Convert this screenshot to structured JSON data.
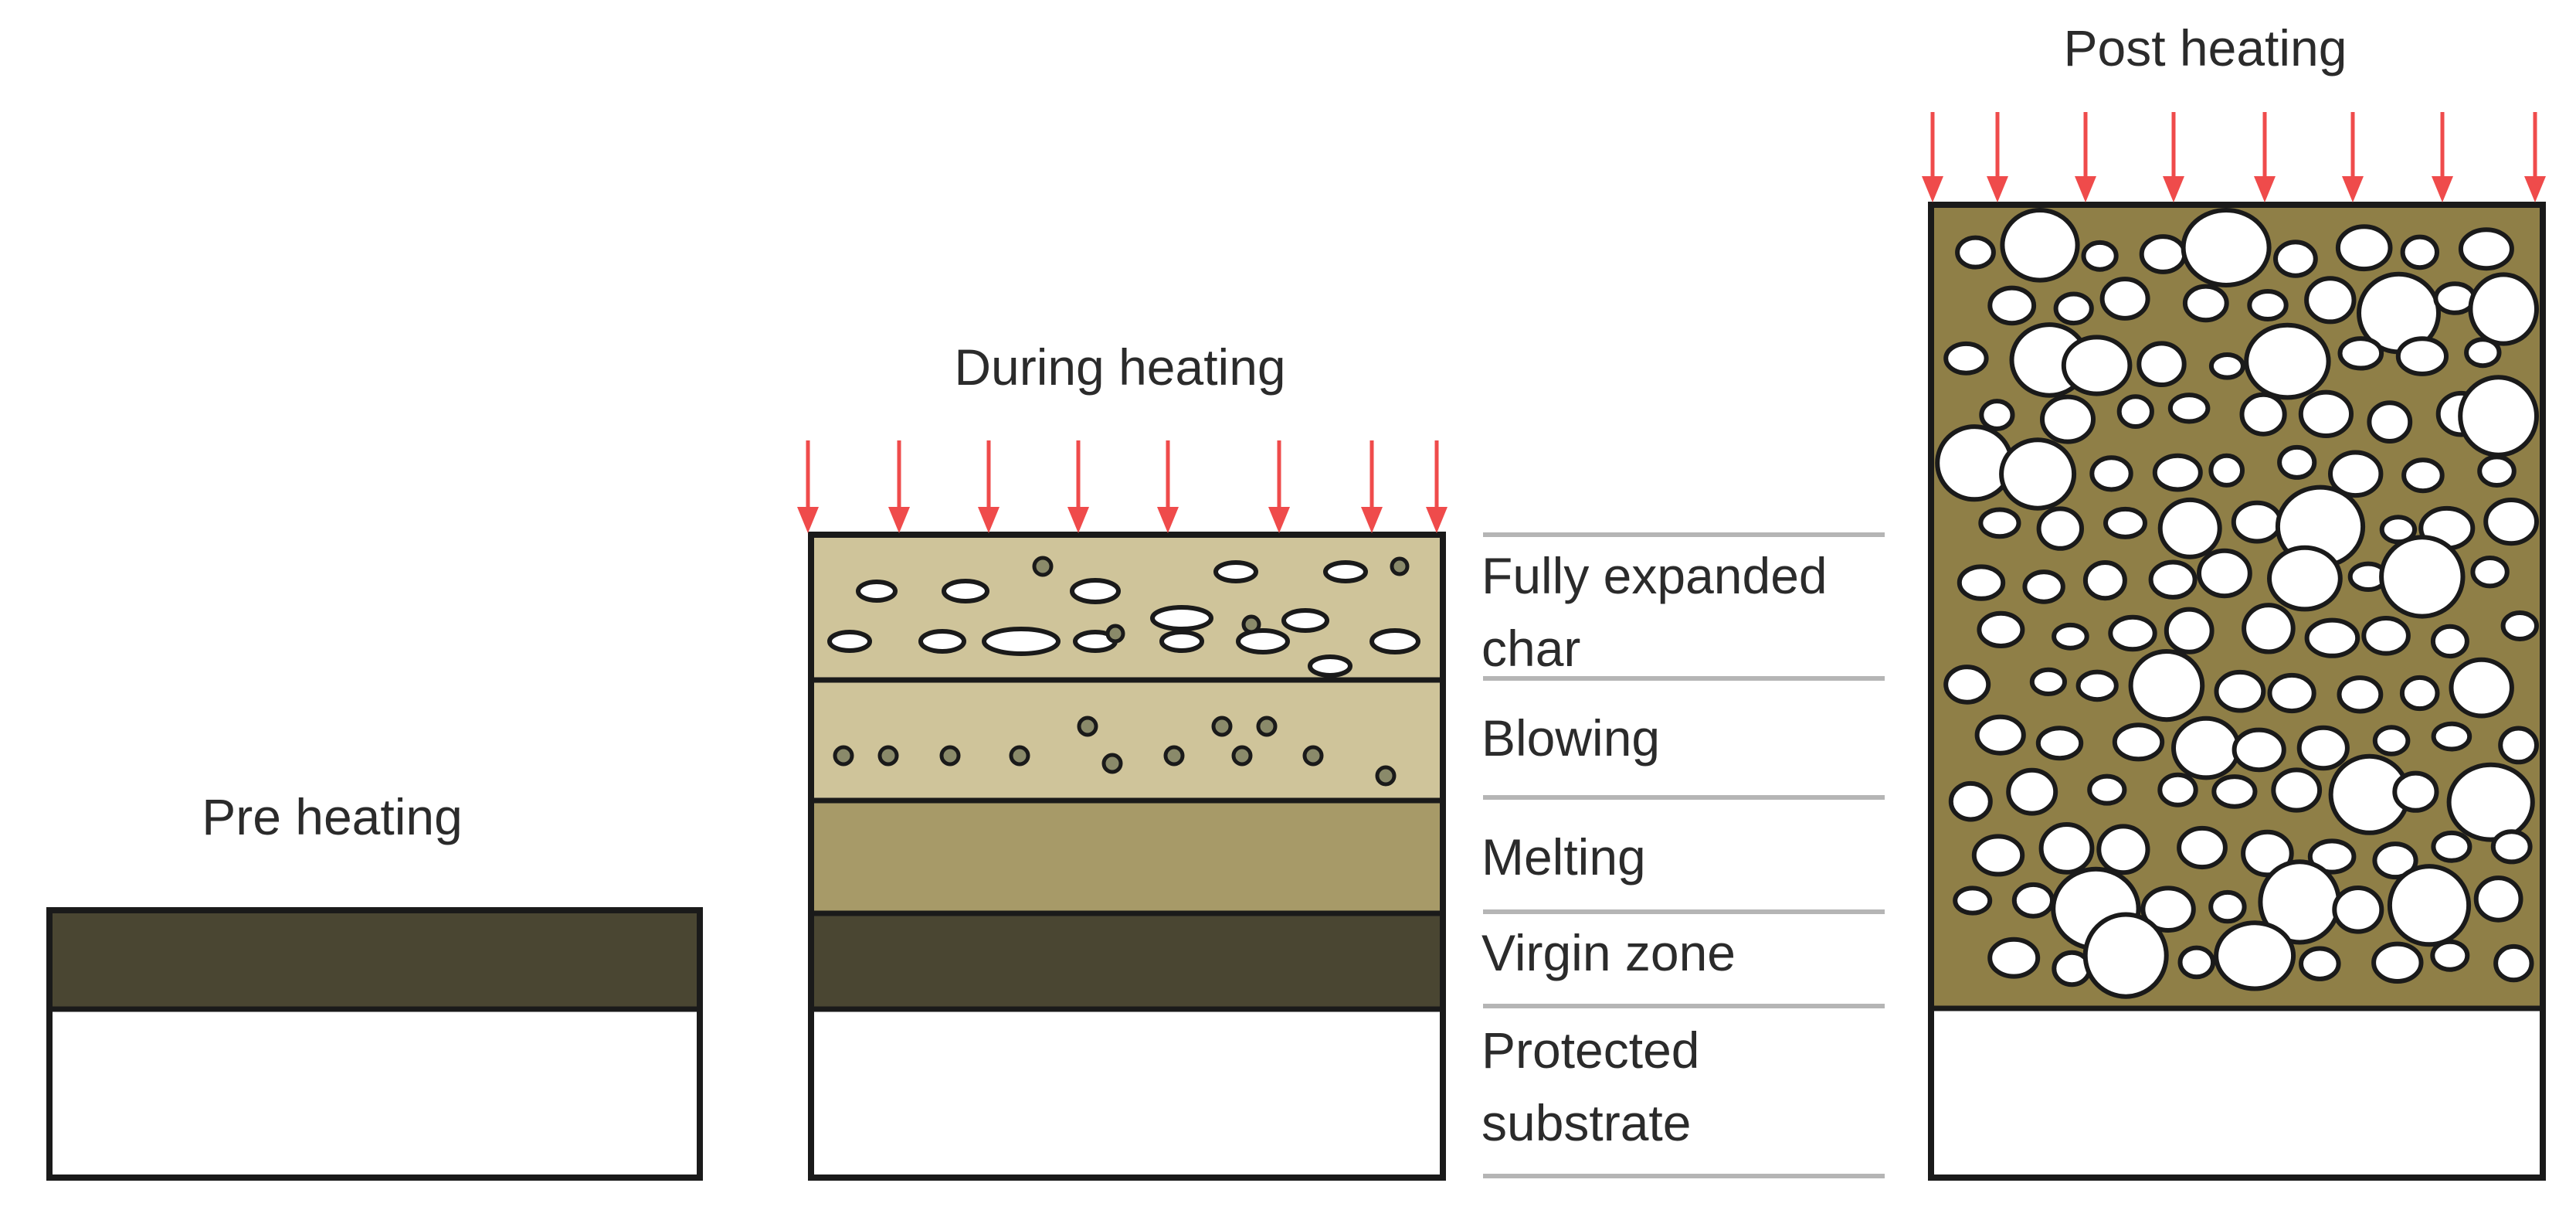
{
  "stages": {
    "pre": {
      "title": "Pre heating"
    },
    "during": {
      "title": "During heating"
    },
    "post": {
      "title": "Post heating"
    }
  },
  "zones": {
    "fully_expanded_char": {
      "line1": "Fully expanded",
      "line2": "char"
    },
    "blowing": {
      "label": "Blowing"
    },
    "melting": {
      "label": "Melting"
    },
    "virgin_zone": {
      "label": "Virgin zone"
    },
    "protected_substrate": {
      "line1": "Protected",
      "line2": "substrate"
    }
  },
  "colors": {
    "heat_arrow": "#ef4b4b",
    "char_layer": "#cfc49a",
    "blowing_layer": "#cfc49a",
    "melting_layer": "#a79a68",
    "virgin_layer": "#4a4632",
    "expanded_char": "#8f7f47",
    "substrate": "#ffffff"
  },
  "icons": {
    "heat_flux": "down-arrow-icon",
    "gas_bubble": "bubble-icon"
  }
}
